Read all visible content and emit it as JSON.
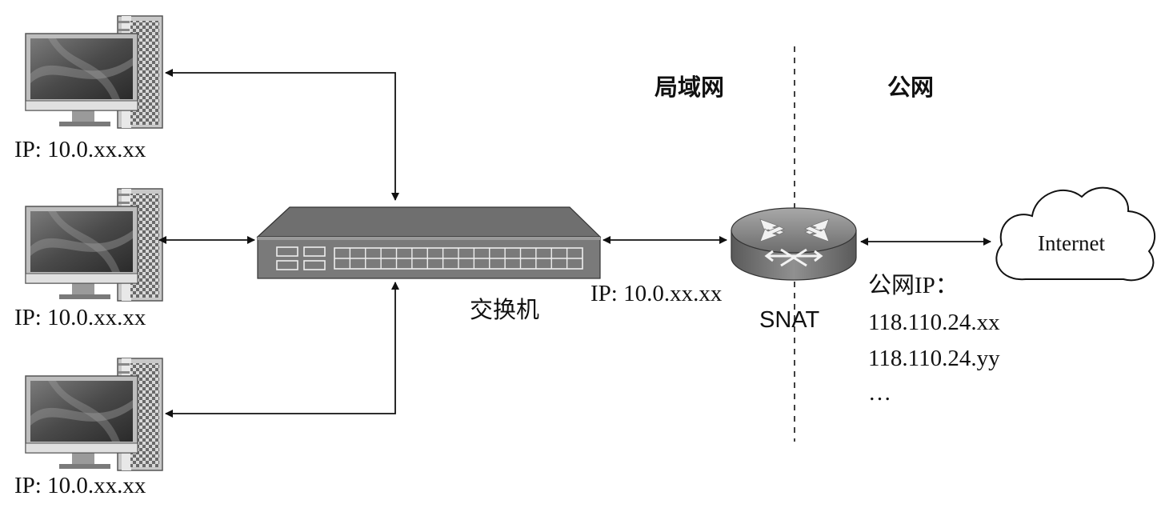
{
  "labels": {
    "pc_ip_1": "IP: 10.0.xx.xx",
    "pc_ip_2": "IP: 10.0.xx.xx",
    "pc_ip_3": "IP: 10.0.xx.xx",
    "switch_name": "交换机",
    "switch_ip": "IP: 10.0.xx.xx",
    "lan": "局域网",
    "wan": "公网",
    "router_name": "SNAT",
    "public_ip_title": "公网IP：",
    "public_ip_1": "118.110.24.xx",
    "public_ip_2": "118.110.24.yy",
    "public_ip_more": "…",
    "cloud": "Internet"
  },
  "icons": [
    "computer-icon",
    "switch-icon",
    "router-icon",
    "cloud-icon"
  ]
}
